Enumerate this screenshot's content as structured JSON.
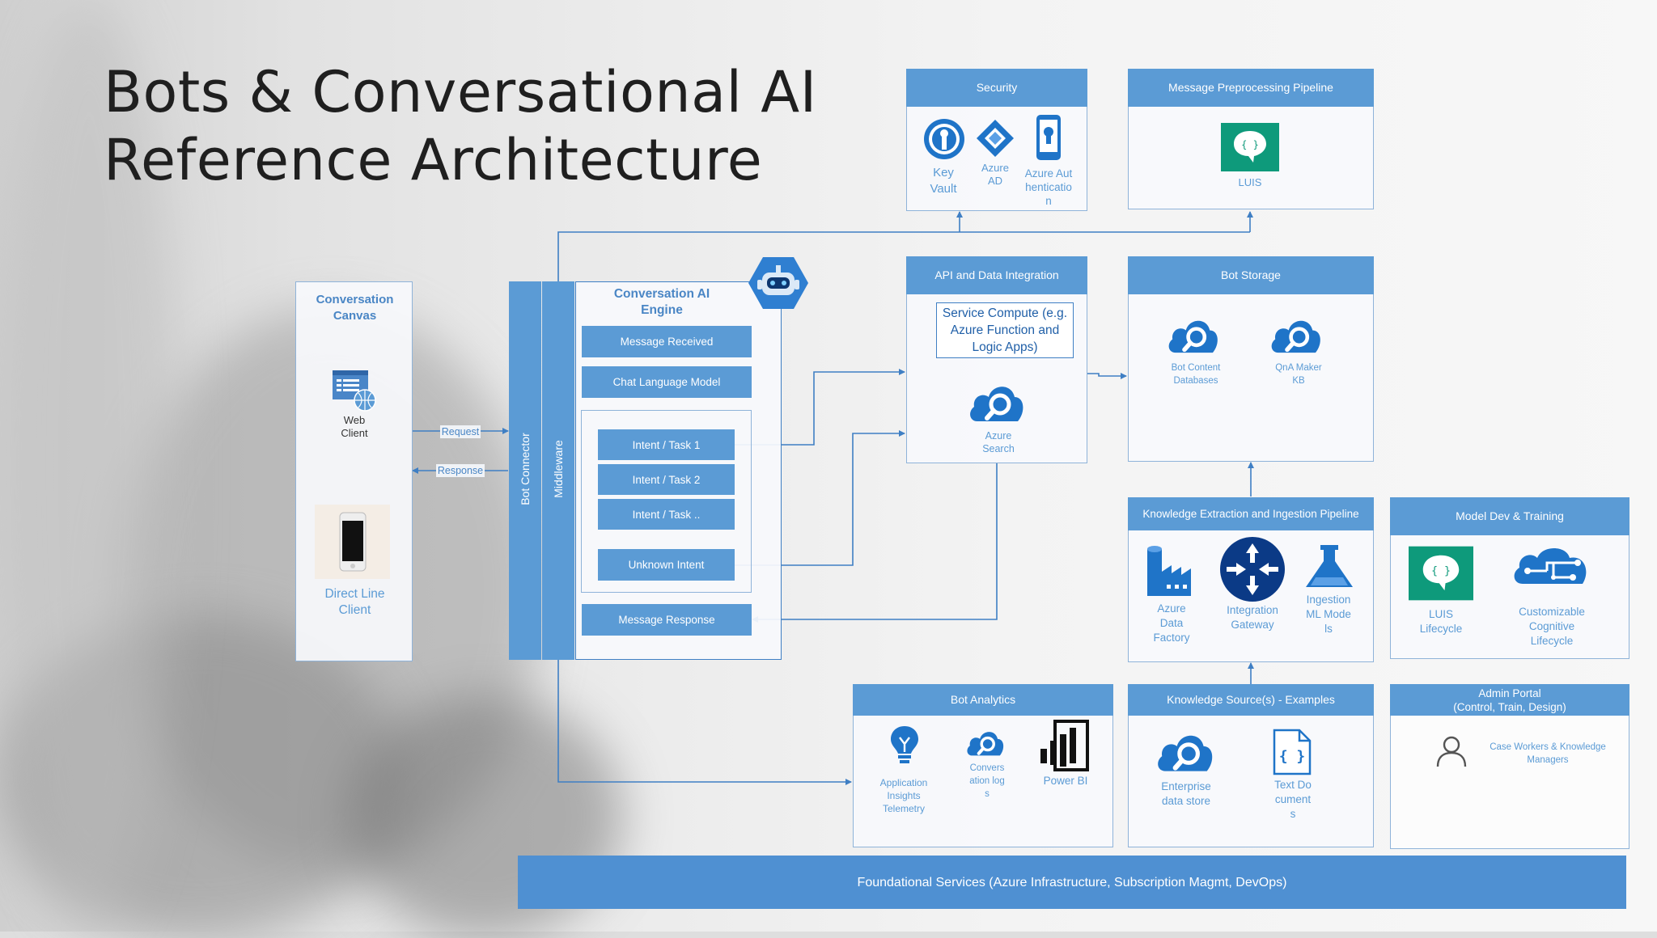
{
  "title": {
    "line1": "Bots & Conversational AI",
    "line2": "Reference Architecture"
  },
  "conversation_canvas": {
    "title": "Conversation Canvas",
    "web_client": "Web Client",
    "direct_line_client": "Direct Line Client"
  },
  "arrows": {
    "request": "Request",
    "response": "Response"
  },
  "bot_connector": "Bot Connector",
  "middleware": "Middleware",
  "engine": {
    "title": "Conversation AI Engine",
    "message_received": "Message Received",
    "chat_language_model": "Chat Language Model",
    "intents": [
      "Intent / Task 1",
      "Intent / Task 2",
      "Intent / Task .."
    ],
    "unknown_intent": "Unknown Intent",
    "message_response": "Message Response"
  },
  "security": {
    "header": "Security",
    "items": [
      "Key Vault",
      "Azure AD",
      "Azure Authentication"
    ]
  },
  "preprocessing": {
    "header": "Message Preprocessing Pipeline",
    "luis": "LUIS"
  },
  "api_integration": {
    "header": "API and Data Integration",
    "service_compute": "Service Compute (e.g. Azure Function and Logic Apps)",
    "azure_search": "Azure Search"
  },
  "bot_storage": {
    "header": "Bot Storage",
    "items": [
      "Bot ContentDatabases",
      "QnA Maker KB"
    ]
  },
  "knowledge_pipeline": {
    "header": "Knowledge Extraction and Ingestion  Pipeline",
    "items": [
      "Azure Data Factory",
      "Integration Gateway",
      "Ingestion ML Models"
    ]
  },
  "model_dev": {
    "header": "Model Dev & Training",
    "items": [
      "LUIS Lifecycle",
      "Customizable Cognitive Lifecycle"
    ]
  },
  "bot_analytics": {
    "header": "Bot Analytics",
    "items": [
      "Application Insights Telemetry",
      "Conversation logs",
      "Power BI"
    ]
  },
  "knowledge_sources": {
    "header": "Knowledge Source(s) - Examples",
    "items": [
      "Enterprise data store",
      "Text Documents"
    ]
  },
  "admin_portal": {
    "header_line1": "Admin Portal",
    "header_line2": "(Control, Train, Design)",
    "user": "Case Workers & Knowledge Managers"
  },
  "foundation": "Foundational Services (Azure Infrastructure, Subscription Magmt, DevOps)",
  "colors": {
    "accent": "#5b9bd5",
    "dark_blue": "#1f6fc5",
    "green": "#0e9a7b",
    "navy": "#0b3a86"
  }
}
